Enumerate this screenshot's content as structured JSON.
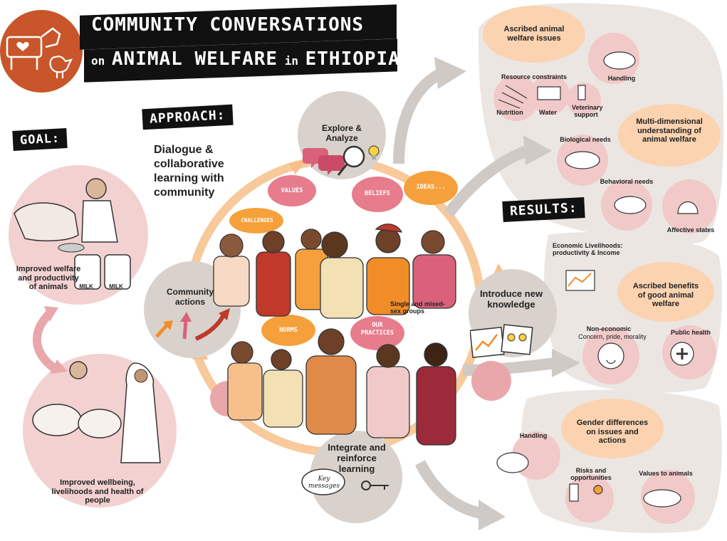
{
  "title": {
    "line1": "COMMUNITY CONVERSATIONS",
    "line2_prefix": "on",
    "line2_main": "ANIMAL WELFARE",
    "line2_in": "in",
    "line2_country": "ETHIOPIA"
  },
  "goal": {
    "banner": "GOAL:",
    "item1": "Improved welfare and productivity of animals",
    "item2": "Improved wellbeing, livelihoods and health of people",
    "milk": "MILK"
  },
  "approach": {
    "banner": "APPROACH:",
    "description": "Dialogue & collaborative learning with community",
    "steps": {
      "explore": "Explore & Analyze",
      "introduce": "Introduce new knowledge",
      "integrate": "Integrate and reinforce learning",
      "actions": "Community actions"
    },
    "bubbles": {
      "values": "VALUES",
      "beliefs": "BELIEFS",
      "ideas": "IDEAS...",
      "challenges": "CHALLENGES",
      "norms": "NORMS",
      "practices": "OUR PRACTICES",
      "key_messages": "Key messages"
    },
    "groups_label": "Single and mixed-sex groups"
  },
  "results": {
    "banner": "RESULTS:",
    "ascribed_issues": {
      "title": "Ascribed animal welfare issues",
      "resource_constraints": "Resource constraints",
      "nutrition": "Nutrition",
      "water": "Water",
      "veterinary": "Veterinary support",
      "handling": "Handling"
    },
    "multi": {
      "title": "Multi-dimensional understanding of animal welfare",
      "biological": "Biological needs",
      "behavioral": "Behavioral needs",
      "affective": "Affective states"
    },
    "benefits": {
      "title": "Ascribed benefits of good animal welfare",
      "economic": "Economic Livelihoods: productivity & Income",
      "non_economic_title": "Non-economic",
      "non_economic_sub": "Concern, pride, morality",
      "public_health": "Public health"
    },
    "gender": {
      "title": "Gender differences on issues and actions",
      "handling": "Handling",
      "risks": "Risks and opportunities",
      "values": "Values to animals"
    }
  },
  "colors": {
    "orange_accent": "#f28c28",
    "peach_circle": "#fbd3b0",
    "pink_circle": "#f3d1d1",
    "grey_blob": "#ebe6e2",
    "grey_step": "#d9d2cc",
    "bubble_pink": "#d9627a",
    "logo_orange": "#c8562a",
    "banner_black": "#111111"
  },
  "icons": [
    "cow-icon",
    "heart-icon",
    "chicken-icon",
    "magnifier-icon",
    "lightbulb-icon",
    "key-icon",
    "arrow-icon"
  ]
}
